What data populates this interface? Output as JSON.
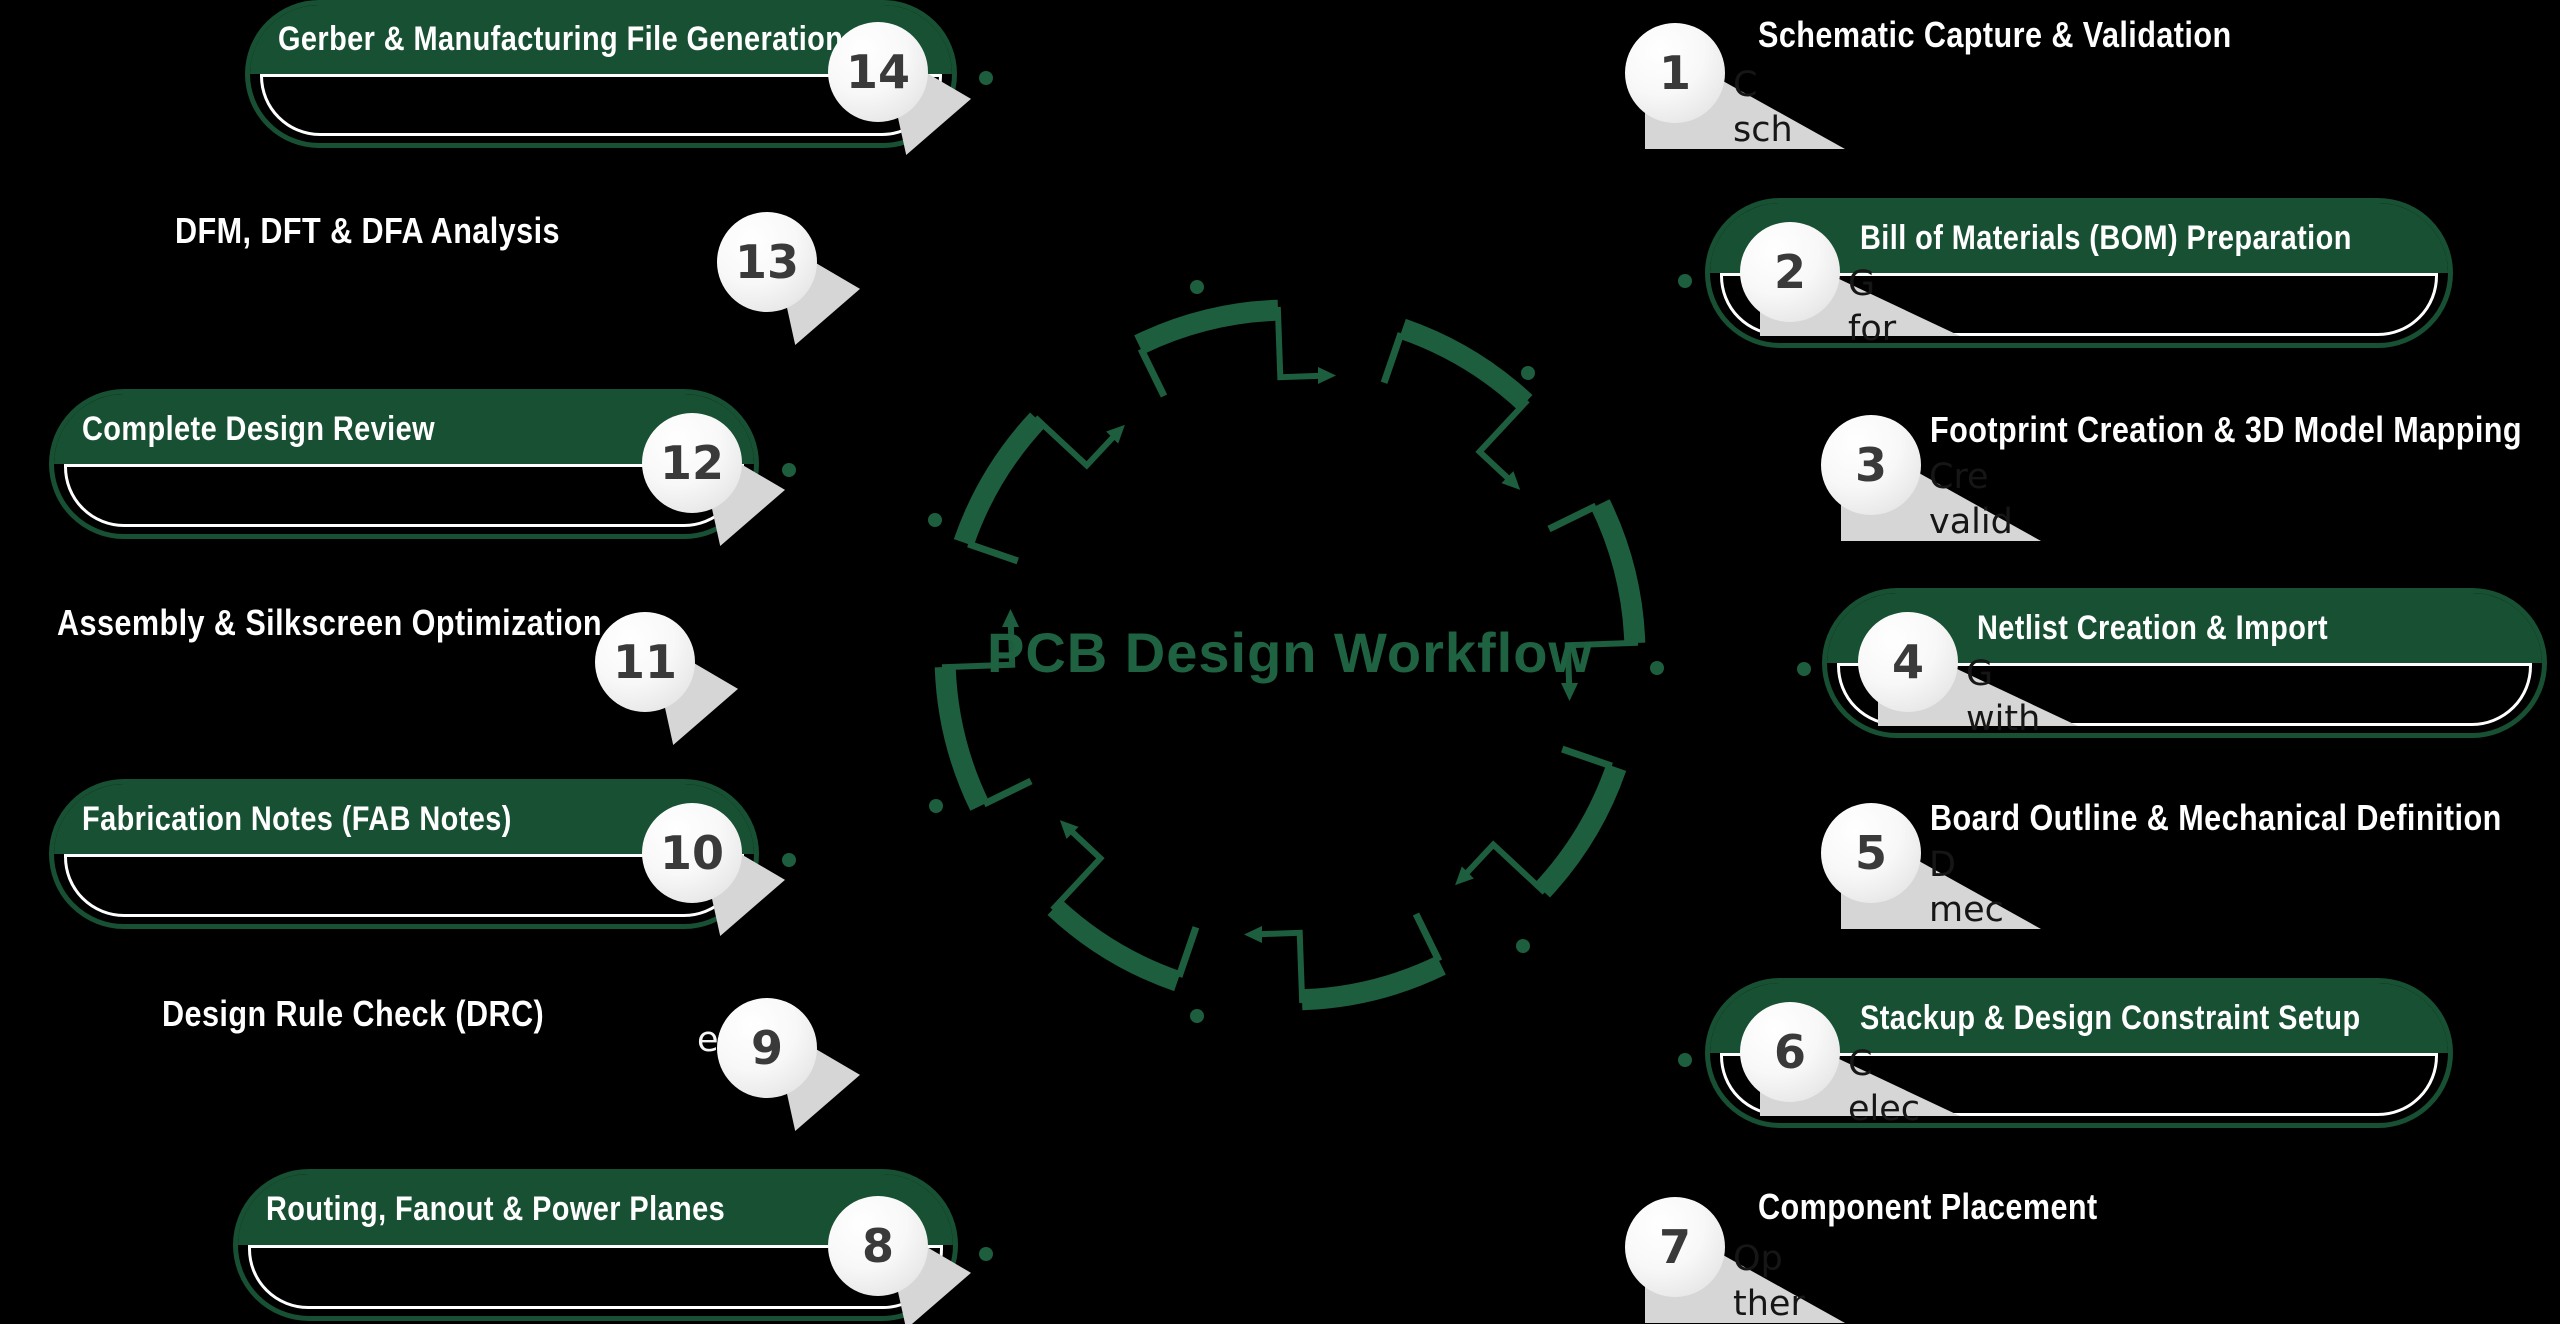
{
  "title": "PCB Design Workflow",
  "colors": {
    "background": "#000000",
    "pill_green": "#175032",
    "gear_green": "#1d5e3e",
    "center_title_green": "#1e6242",
    "shadow_gray": "#d6d6d6",
    "number_gray": "#3a3a3a",
    "title_white": "#ffffff"
  },
  "steps": [
    {
      "num": "1",
      "title": "Schematic Capture & Validation",
      "fragments": [
        "C",
        "sch"
      ]
    },
    {
      "num": "2",
      "title": "Bill of Materials (BOM) Preparation",
      "fragments": [
        "G",
        "for"
      ]
    },
    {
      "num": "3",
      "title": "Footprint Creation & 3D Model Mapping",
      "fragments": [
        "Cre",
        "valid"
      ]
    },
    {
      "num": "4",
      "title": "Netlist Creation & Import",
      "fragments": [
        "G",
        "with"
      ]
    },
    {
      "num": "5",
      "title": "Board Outline & Mechanical Definition",
      "fragments": [
        "D",
        "mec"
      ]
    },
    {
      "num": "6",
      "title": "Stackup & Design Constraint Setup",
      "fragments": [
        "C",
        "elec"
      ]
    },
    {
      "num": "7",
      "title": "Component Placement",
      "fragments": [
        "Op",
        "ther"
      ]
    },
    {
      "num": "8",
      "title": "Routing, Fanout & Power Planes",
      "fragments": []
    },
    {
      "num": "9",
      "title": "Design Rule Check (DRC)",
      "fragments": [
        "e"
      ]
    },
    {
      "num": "10",
      "title": "Fabrication Notes (FAB Notes)",
      "fragments": []
    },
    {
      "num": "11",
      "title": "Assembly & Silkscreen Optimization",
      "fragments": []
    },
    {
      "num": "12",
      "title": "Complete Design Review",
      "fragments": []
    },
    {
      "num": "13",
      "title": "DFM, DFT & DFA Analysis",
      "fragments": []
    },
    {
      "num": "14",
      "title": "Gerber & Manufacturing File Generation",
      "fragments": []
    }
  ]
}
